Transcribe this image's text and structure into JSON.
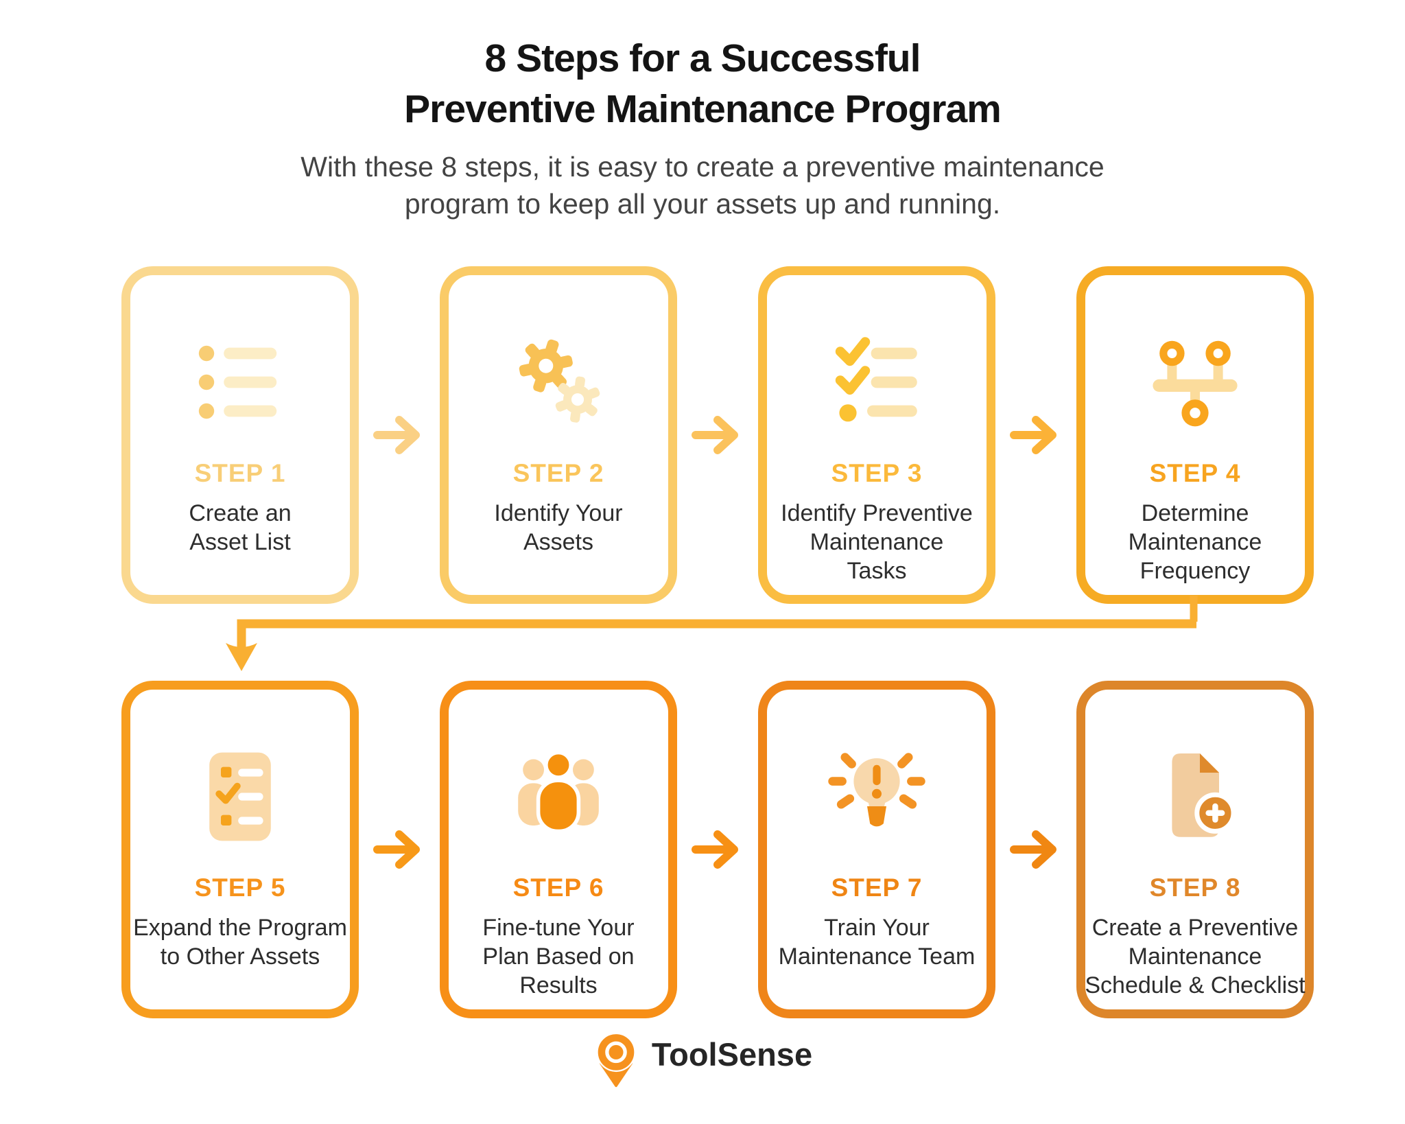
{
  "header": {
    "title_line1": "8 Steps for a Successful",
    "title_line2": "Preventive Maintenance Program",
    "subtitle_line1": "With these 8 steps, it is easy to create a preventive maintenance",
    "subtitle_line2": "program to keep all your assets up and running."
  },
  "steps": [
    {
      "label": "STEP 1",
      "lines": [
        "Create an",
        "Asset List"
      ],
      "icon": "bullet-list-icon",
      "border_color": "#FAD88F",
      "label_color": "#F8CE77",
      "arrow_after": "#FAD084"
    },
    {
      "label": "STEP 2",
      "lines": [
        "Identify Your",
        "Assets"
      ],
      "icon": "gears-icon",
      "border_color": "#FACB67",
      "label_color": "#FAC55B",
      "arrow_after": "#FBC25C"
    },
    {
      "label": "STEP 3",
      "lines": [
        "Identify Preventive",
        "Maintenance",
        "Tasks"
      ],
      "icon": "checklist-icon",
      "border_color": "#FABD42",
      "label_color": "#FBB93B",
      "arrow_after": "#FBB237"
    },
    {
      "label": "STEP 4",
      "lines": [
        "Determine",
        "Maintenance",
        "Frequency"
      ],
      "icon": "hierarchy-icon",
      "border_color": "#F6AB24",
      "label_color": "#F7A420",
      "arrow_after": null
    },
    {
      "label": "STEP 5",
      "lines": [
        "Expand the Program",
        "to Other Assets"
      ],
      "icon": "task-list-icon",
      "border_color": "#F79D1E",
      "label_color": "#F6931C",
      "arrow_after": "#F79918"
    },
    {
      "label": "STEP 6",
      "lines": [
        "Fine-tune Your",
        "Plan Based on",
        "Results"
      ],
      "icon": "team-icon",
      "border_color": "#F78F17",
      "label_color": "#F68A14",
      "arrow_after": "#F79014"
    },
    {
      "label": "STEP 7",
      "lines": [
        "Train Your",
        "Maintenance Team"
      ],
      "icon": "lightbulb-icon",
      "border_color": "#EF8519",
      "label_color": "#EF8514",
      "arrow_after": "#F08712"
    },
    {
      "label": "STEP 8",
      "lines": [
        "Create a Preventive",
        "Maintenance",
        "Schedule & Checklist"
      ],
      "icon": "document-add-icon",
      "border_color": "#DD862A",
      "label_color": "#E0872A",
      "arrow_after": null
    }
  ],
  "connector": {
    "color": "#F9AF32"
  },
  "logo": {
    "text": "ToolSense",
    "brand_color": "#F6921E",
    "icon": "toolsense-pin-icon"
  }
}
